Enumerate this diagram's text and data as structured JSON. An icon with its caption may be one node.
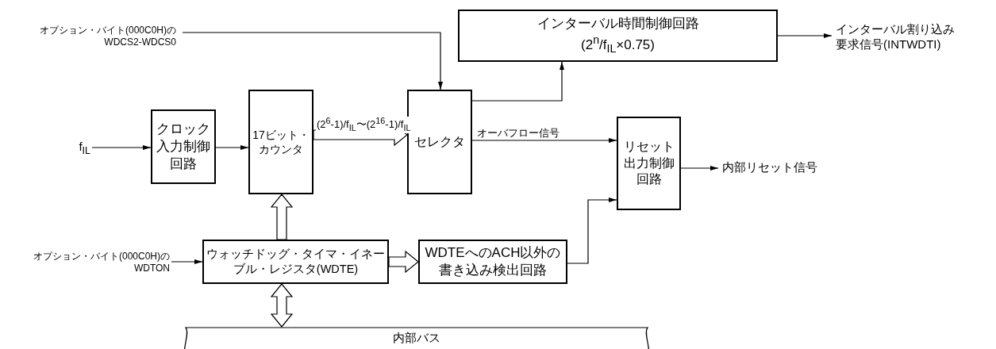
{
  "diagram": {
    "nodes": [
      {
        "text": [
          "オプション・バイト(000C0H)のWDCS2-WDCS0"
        ]
      },
      {
        "text": [
          "インターバル時間制御回路",
          "(2$^{n}$/f$_{IL}$×0.75)"
        ]
      },
      {
        "text": [
          "インターバル割り込み要求信号(INTWDTI)"
        ]
      },
      {
        "text": [
          "f$_{IL}$"
        ]
      },
      {
        "text": [
          "クロック入力制御回路"
        ]
      },
      {
        "text": [
          "17ビット・カウンタ"
        ]
      },
      {
        "text": [
          "セレクタ"
        ]
      },
      {
        "text": [
          "リセット出力制御回路"
        ]
      },
      {
        "text": [
          "内部リセット信号"
        ]
      },
      {
        "text": [
          "オプション・バイト(000C0H)のWDTON"
        ]
      },
      {
        "text": [
          "ウォッチドッグ・タイマ・イネーブル・レジスタ(WDTE)"
        ]
      },
      {
        "text": [
          "WDTEへのACH以外の書き込み検出回路"
        ]
      },
      {
        "text": [
          "内部バス"
        ]
      }
    ],
    "edges": [
      {
        "from": 0,
        "to": 6,
        "arrow": "to"
      },
      {
        "from": 6,
        "to": 1,
        "arrow": "to"
      },
      {
        "from": 1,
        "to": 2,
        "arrow": "to"
      },
      {
        "from": 3,
        "to": 4,
        "arrow": "to"
      },
      {
        "from": 4,
        "to": 5,
        "arrow": "to"
      },
      {
        "from": 5,
        "to": 6,
        "arrow": "to",
        "style": "thick",
        "label": "(2$^{6}$-1)/f$_{IL}$〜(2$^{16}$-1)/f$_{IL}$"
      },
      {
        "from": 6,
        "to": 7,
        "arrow": "to",
        "label": "オーバフロー信号"
      },
      {
        "from": 7,
        "to": 8,
        "arrow": "to"
      },
      {
        "from": 9,
        "to": 10,
        "arrow": "to"
      },
      {
        "from": 10,
        "to": 5,
        "arrow": "to",
        "style": "thick"
      },
      {
        "from": 10,
        "to": 11,
        "arrow": "to",
        "style": "thick"
      },
      {
        "from": 11,
        "to": 7,
        "arrow": "to"
      },
      {
        "from": 10,
        "to": 12,
        "arrow": "both",
        "style": "thick"
      }
    ]
  }
}
